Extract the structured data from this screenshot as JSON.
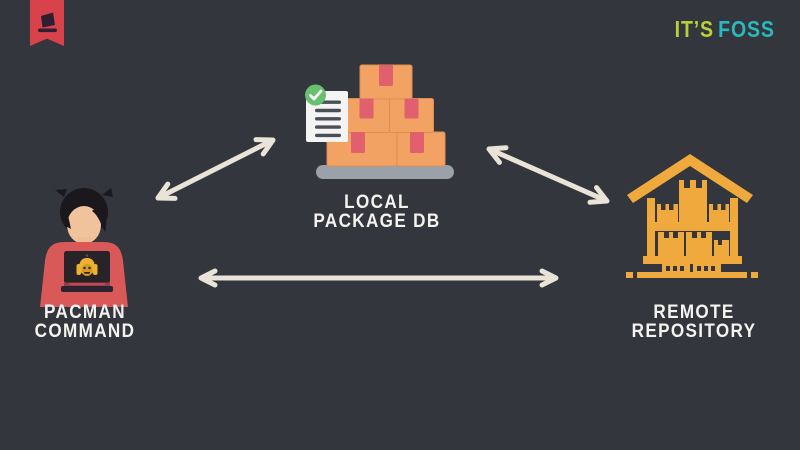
{
  "brand": {
    "its": "IT’S",
    "foss": "FOSS",
    "its_color": "#b8cf3a",
    "foss_color": "#29b8bd",
    "ribbon_color": "#d8434b"
  },
  "diagram": {
    "nodes": {
      "pacman": {
        "line1": "PACMAN",
        "line2": "COMMAND",
        "icon": "person-with-laptop-icon"
      },
      "localdb": {
        "line1": "LOCAL",
        "line2": "PACKAGE DB",
        "icon": "package-boxes-with-checklist-icon"
      },
      "remote": {
        "line1": "REMOTE",
        "line2": "REPOSITORY",
        "icon": "warehouse-icon"
      }
    },
    "connections": [
      {
        "from": "pacman",
        "to": "localdb",
        "direction": "bidirectional"
      },
      {
        "from": "localdb",
        "to": "remote",
        "direction": "bidirectional"
      },
      {
        "from": "pacman",
        "to": "remote",
        "direction": "bidirectional"
      }
    ]
  },
  "colors": {
    "background": "#33363c",
    "arrow": "#e9e3d8",
    "label_text": "#f5f3ef",
    "box_orange": "#f2a263",
    "box_tape_red": "#e0606e",
    "pallet_gray": "#9aa1a8",
    "document_white": "#f4f4f4",
    "check_green": "#67c06d",
    "warehouse_amber": "#f0a93d",
    "shirt_red": "#d95858",
    "skin_tan": "#f0c39c",
    "hair_dark": "#1b181d",
    "laptop_dark": "#282229",
    "penguin_yellow": "#eeb32e"
  }
}
